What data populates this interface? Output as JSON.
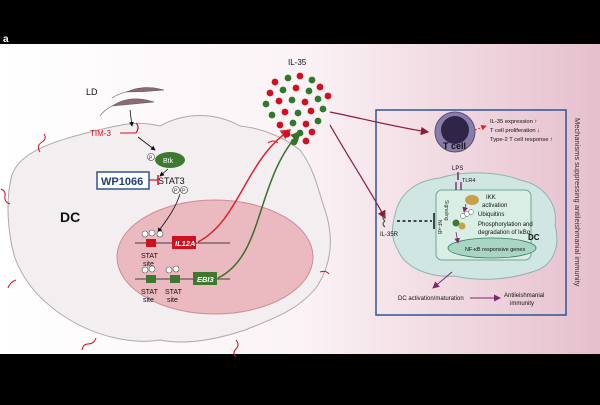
{
  "panel_letter": "a",
  "labels": {
    "ld": "LD",
    "tim3": "TIM-3",
    "btk": "Btk",
    "stat3": "STAT3",
    "wp1066": "WP1066",
    "dc_left": "DC",
    "il12a": "IL12A",
    "ebi3": "EBI3",
    "stat_site_1a": "STAT",
    "stat_site_1b": "site",
    "stat_site_2a": "STAT",
    "stat_site_2b": "site",
    "stat_site_3a": "STAT",
    "stat_site_3b": "site",
    "il35": "IL-35",
    "p": "P"
  },
  "right_panel": {
    "side_title": "Mechanisms suppressing antileishmanial immunity",
    "tcell": "T cell",
    "effects": [
      "IL-35 expression ↑",
      "T cell proliferation ↓",
      "Type-2 T cell response ↑"
    ],
    "lps": "LPS",
    "tlr4": "TLR4",
    "il35r": "IL-35R",
    "signaling": "Signaling",
    "ikk": "IKK",
    "activation": "activation",
    "ubiquitins": "Ubiquitins",
    "phospho1": "Phosphorylation and",
    "phospho2": "degradation of IκBα",
    "nfkb_label": "NF-κB",
    "nfkb_genes": "NF-κB responsive genes",
    "dc": "DC",
    "dc_activation": "DC activation/maturation",
    "antileish1": "Antileishmanial",
    "antileish2": "immunity"
  },
  "colors": {
    "bg_pink": "#e9c6d3",
    "cell_fill": "#f3eef0",
    "nucleus_fill": "#ebb9c0",
    "red_arrow": "#e0202a",
    "green_arrow": "#3b6e2a",
    "dark_red": "#8f1b35",
    "box_blue": "#2f5597",
    "dc_right_fill": "#cfe6e2",
    "nucleus_right": "#a9d6c4"
  }
}
